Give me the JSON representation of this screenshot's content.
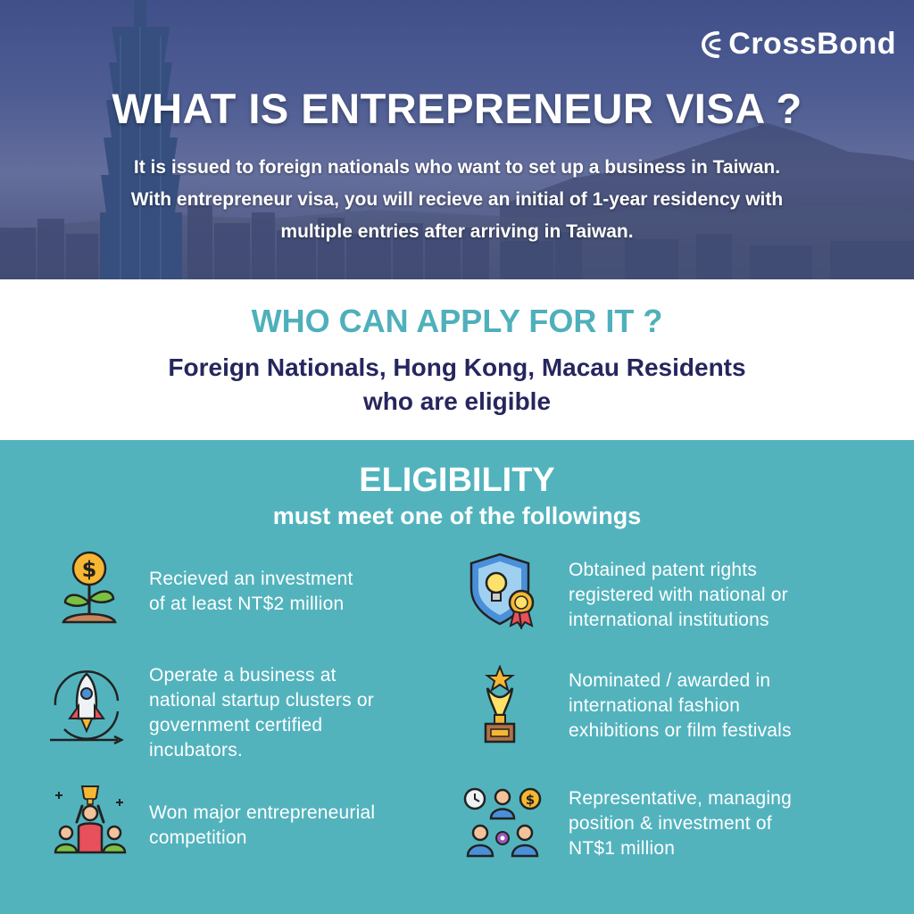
{
  "brand": {
    "name": "CrossBond"
  },
  "hero": {
    "title": "WHAT IS ENTREPRENEUR VISA ?",
    "lines": [
      "It is issued to foreign nationals who want to set up a business in Taiwan.",
      "With entrepreneur visa, you will recieve an initial of 1-year residency with",
      "multiple entries after arriving in Taiwan."
    ]
  },
  "who": {
    "title": "WHO CAN APPLY FOR IT ?",
    "lines": [
      "Foreign Nationals, Hong Kong, Macau Residents",
      "who are eligible"
    ]
  },
  "eligibility": {
    "title": "ELIGIBILITY",
    "subtitle": "must meet one of the followings",
    "items": [
      {
        "icon": "investment-plant-icon",
        "lines": [
          "Recieved an investment",
          "of at least NT$2 million"
        ]
      },
      {
        "icon": "patent-badge-icon",
        "lines": [
          "Obtained patent rights",
          "registered with national or",
          "international institutions"
        ]
      },
      {
        "icon": "rocket-startup-icon",
        "lines": [
          "Operate a business at",
          "national startup clusters or",
          "government certified",
          "incubators."
        ]
      },
      {
        "icon": "award-trophy-icon",
        "lines": [
          "Nominated / awarded in",
          "international fashion",
          "exhibitions or film festivals"
        ]
      },
      {
        "icon": "competition-winner-icon",
        "lines": [
          "Won major entrepreneurial",
          "competition"
        ]
      },
      {
        "icon": "team-investment-icon",
        "lines": [
          "Representative, managing",
          "position & investment of",
          "NT$1 million"
        ]
      }
    ]
  },
  "colors": {
    "teal": "#52b3bd",
    "teal_text": "#4fb0bb",
    "navy": "#26265e",
    "white": "#ffffff"
  }
}
